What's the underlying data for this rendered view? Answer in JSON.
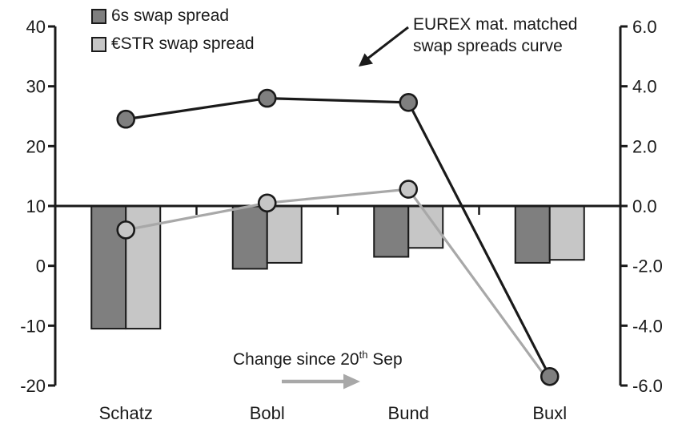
{
  "chart_data": {
    "type": "combo_bar_line",
    "title": "",
    "categories": [
      "Schatz",
      "Bobl",
      "Bund",
      "Buxl"
    ],
    "left_axis": {
      "min": -20,
      "max": 40,
      "step": 10,
      "tick_labels": [
        "40",
        "30",
        "20",
        "10",
        "0",
        "-10",
        "-20"
      ],
      "zero_line_at": 10
    },
    "right_axis": {
      "min": -6.0,
      "max": 6.0,
      "step": 2.0,
      "tick_labels": [
        "6.0",
        "4.0",
        "2.0",
        "0.0",
        "-2.0",
        "-4.0",
        "-6.0"
      ]
    },
    "bar_series": [
      {
        "name": "6s swap spread (change since 20th Sep)",
        "axis": "right",
        "values": [
          -4.1,
          -2.1,
          -1.7,
          -1.9
        ],
        "fill": "#7F7F7F",
        "stroke": "#1a1a1a"
      },
      {
        "name": "€STR swap spread (change since 20th Sep)",
        "axis": "right",
        "values": [
          -4.1,
          -1.9,
          -1.4,
          -1.8
        ],
        "fill": "#C6C6C6",
        "stroke": "#1a1a1a"
      }
    ],
    "line_series": [
      {
        "name": "€STR swap spread curve",
        "axis": "left",
        "values": [
          6.0,
          10.5,
          12.8,
          -19.5
        ],
        "stroke": "#A8A8A8",
        "marker_fill": "#C6C6C6",
        "marker_stroke": "#1a1a1a",
        "show_marker": [
          1,
          1,
          1,
          0
        ]
      },
      {
        "name": "6s swap spread curve",
        "axis": "left",
        "values": [
          24.5,
          28.0,
          27.3,
          -18.5
        ],
        "stroke": "#1a1a1a",
        "marker_fill": "#7F7F7F",
        "marker_stroke": "#1a1a1a",
        "show_marker": [
          1,
          1,
          1,
          1
        ]
      }
    ],
    "legend_position": "top-left",
    "grid": false
  },
  "legend": {
    "items": [
      {
        "label": "6s swap spread",
        "color": "#7F7F7F"
      },
      {
        "label": "€STR swap spread",
        "color": "#C6C6C6"
      }
    ]
  },
  "annotations": {
    "curve_label": {
      "line1": "EUREX mat. matched",
      "line2": "swap spreads curve"
    },
    "change_label": {
      "prefix": "Change since 20",
      "sup": "th",
      "suffix": " Sep"
    }
  },
  "colors": {
    "axis": "#1a1a1a",
    "black_line": "#1a1a1a",
    "gray_line": "#A8A8A8",
    "dark_bar": "#7F7F7F",
    "light_bar": "#C6C6C6",
    "gray_arrow": "#A8A8A8"
  }
}
